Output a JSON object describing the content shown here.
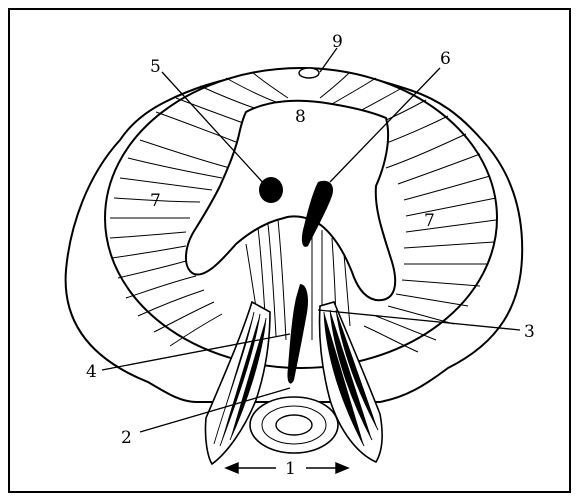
{
  "figure": {
    "labels": {
      "l1": "1",
      "l2": "2",
      "l3": "3",
      "l4": "4",
      "l5": "5",
      "l6": "6",
      "l7a": "7",
      "l7b": "7",
      "l8": "8",
      "l9": "9"
    }
  }
}
